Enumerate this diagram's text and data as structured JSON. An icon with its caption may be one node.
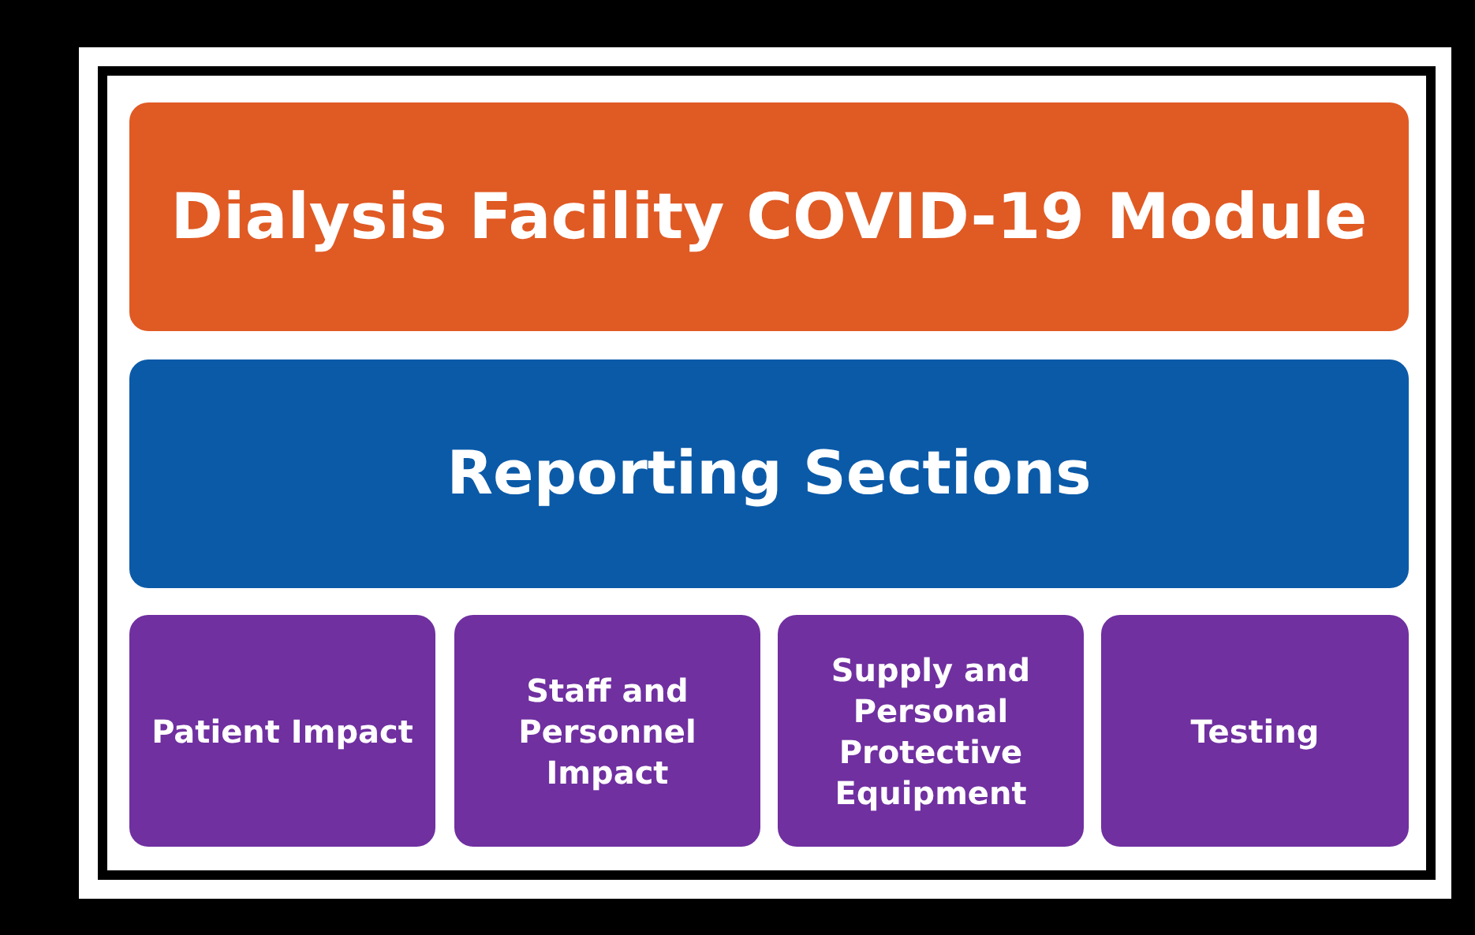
{
  "diagram": {
    "nodes": [
      {
        "text": [
          "Dialysis Facility COVID-19 Module"
        ]
      },
      {
        "text": [
          "Reporting Sections"
        ]
      },
      {
        "text": [
          "Patient Impact"
        ]
      },
      {
        "text": [
          "Staff and Personnel Impact"
        ]
      },
      {
        "text": [
          "Supply and Personal Protective Equipment"
        ]
      },
      {
        "text": [
          "Testing"
        ]
      }
    ]
  }
}
